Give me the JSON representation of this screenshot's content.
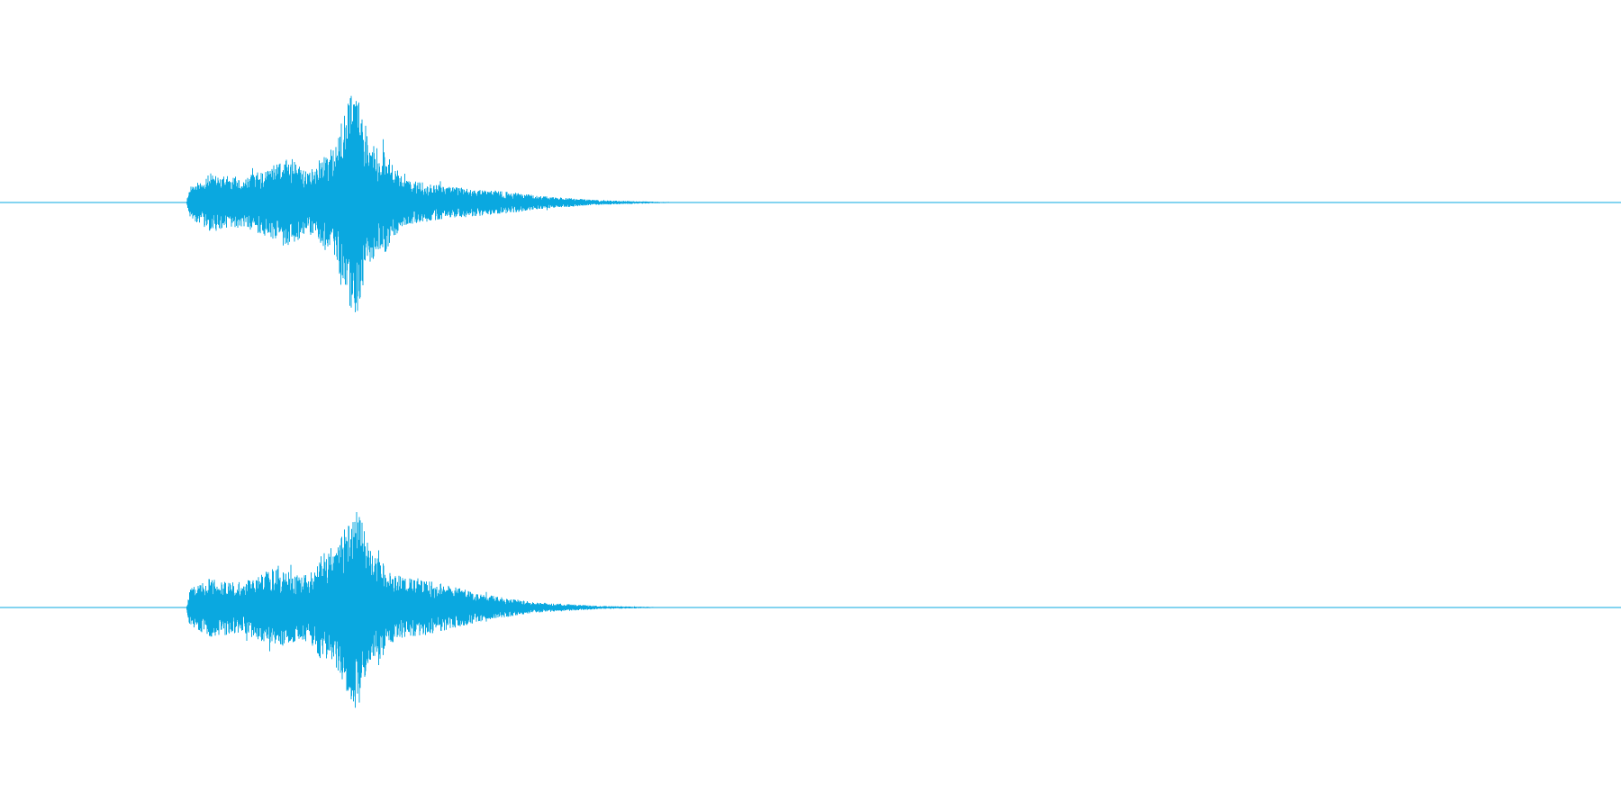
{
  "waveform": {
    "color": "#0aa8e0",
    "channels": [
      {
        "name": "channel-1",
        "baseline": true,
        "envelope": [
          {
            "t": 0.0,
            "amp": 0.0
          },
          {
            "t": 0.115,
            "amp": 0.0
          },
          {
            "t": 0.117,
            "amp": 0.14
          },
          {
            "t": 0.13,
            "amp": 0.26
          },
          {
            "t": 0.15,
            "amp": 0.22
          },
          {
            "t": 0.17,
            "amp": 0.34
          },
          {
            "t": 0.178,
            "amp": 0.42
          },
          {
            "t": 0.19,
            "amp": 0.26
          },
          {
            "t": 0.198,
            "amp": 0.4
          },
          {
            "t": 0.206,
            "amp": 0.48
          },
          {
            "t": 0.214,
            "amp": 0.96
          },
          {
            "t": 0.22,
            "amp": 1.0
          },
          {
            "t": 0.228,
            "amp": 0.55
          },
          {
            "t": 0.238,
            "amp": 0.44
          },
          {
            "t": 0.25,
            "amp": 0.2
          },
          {
            "t": 0.28,
            "amp": 0.14
          },
          {
            "t": 0.31,
            "amp": 0.1
          },
          {
            "t": 0.34,
            "amp": 0.05
          },
          {
            "t": 0.37,
            "amp": 0.02
          },
          {
            "t": 0.41,
            "amp": 0.005
          },
          {
            "t": 0.44,
            "amp": 0.0
          },
          {
            "t": 1.0,
            "amp": 0.0
          }
        ]
      },
      {
        "name": "channel-2",
        "baseline": true,
        "envelope": [
          {
            "t": 0.0,
            "amp": 0.0
          },
          {
            "t": 0.115,
            "amp": 0.0
          },
          {
            "t": 0.117,
            "amp": 0.18
          },
          {
            "t": 0.13,
            "amp": 0.28
          },
          {
            "t": 0.15,
            "amp": 0.24
          },
          {
            "t": 0.168,
            "amp": 0.38
          },
          {
            "t": 0.178,
            "amp": 0.34
          },
          {
            "t": 0.19,
            "amp": 0.3
          },
          {
            "t": 0.198,
            "amp": 0.5
          },
          {
            "t": 0.208,
            "amp": 0.58
          },
          {
            "t": 0.214,
            "amp": 0.8
          },
          {
            "t": 0.22,
            "amp": 1.0
          },
          {
            "t": 0.228,
            "amp": 0.55
          },
          {
            "t": 0.24,
            "amp": 0.34
          },
          {
            "t": 0.274,
            "amp": 0.22
          },
          {
            "t": 0.3,
            "amp": 0.12
          },
          {
            "t": 0.33,
            "amp": 0.05
          },
          {
            "t": 0.37,
            "amp": 0.015
          },
          {
            "t": 0.42,
            "amp": 0.0
          },
          {
            "t": 1.0,
            "amp": 0.0
          }
        ]
      }
    ]
  }
}
